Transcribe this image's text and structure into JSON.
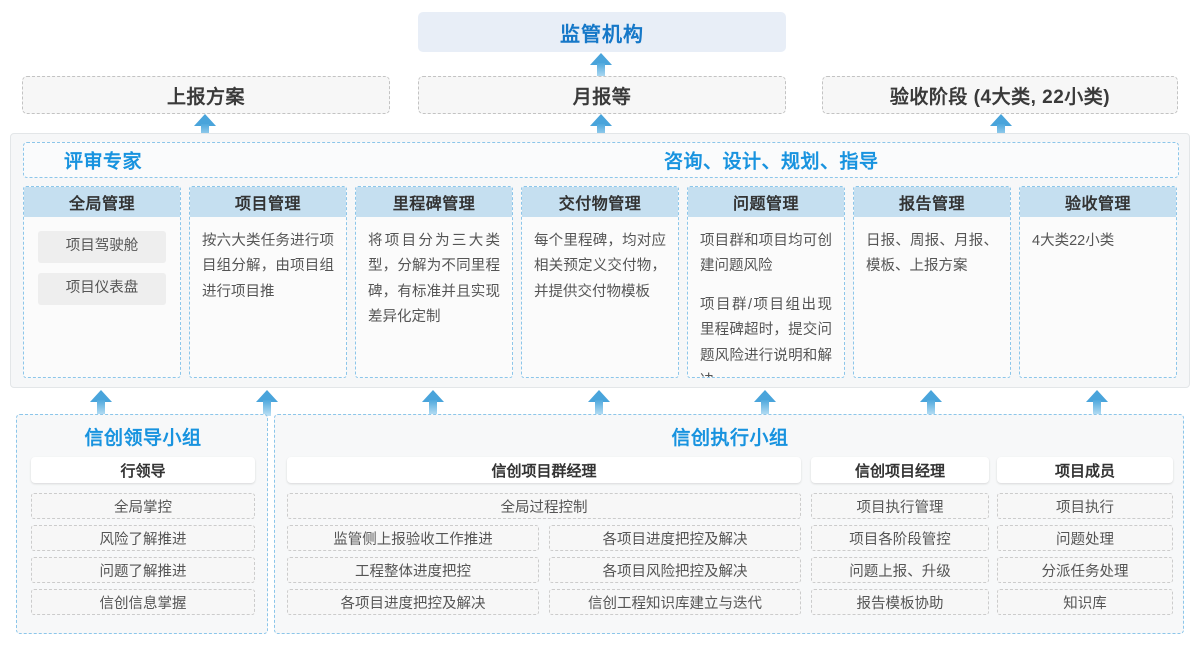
{
  "top": {
    "regulator": "监管机构",
    "submissions": [
      {
        "label": "上报方案"
      },
      {
        "label": "月报等"
      },
      {
        "label": "验收阶段 (4大类, 22小类)"
      }
    ]
  },
  "middle": {
    "band_left_label": "评审专家",
    "band_center_label": "咨询、设计、规划、指导",
    "cards": [
      {
        "title": "全局管理",
        "pills": [
          "项目驾驶舱",
          "项目仪表盘"
        ],
        "paragraphs": []
      },
      {
        "title": "项目管理",
        "pills": [],
        "paragraphs": [
          "按六大类任务进行项目组分解，由项目组进行项目推"
        ]
      },
      {
        "title": "里程碑管理",
        "pills": [],
        "paragraphs": [
          "将项目分为三大类型，分解为不同里程碑，有标准并且实现差异化定制"
        ]
      },
      {
        "title": "交付物管理",
        "pills": [],
        "paragraphs": [
          "每个里程碑，均对应相关预定义交付物，并提供交付物模板"
        ]
      },
      {
        "title": "问题管理",
        "pills": [],
        "paragraphs": [
          "项目群和项目均可创建问题风险",
          "项目群/项目组出现里程碑超时，提交问题风险进行说明和解决"
        ]
      },
      {
        "title": "报告管理",
        "pills": [],
        "paragraphs": [
          "日报、周报、月报、模板、上报方案"
        ]
      },
      {
        "title": "验收管理",
        "pills": [],
        "paragraphs": [
          "4大类22小类"
        ]
      }
    ]
  },
  "bottom": {
    "leading_group": {
      "title": "信创领导小组",
      "role": "行领导",
      "tags": [
        "全局掌控",
        "风险了解推进",
        "问题了解推进",
        "信创信息掌握"
      ]
    },
    "execution_group": {
      "title": "信创执行小组",
      "roles": [
        {
          "name": "信创项目群经理",
          "full_width_tag": "全局过程控制",
          "left_tags": [
            "监管侧上报验收工作推进",
            "工程整体进度把控",
            "各项目进度把控及解决"
          ],
          "right_tags": [
            "各项目进度把控及解决",
            "各项目风险把控及解决",
            "信创工程知识库建立与迭代"
          ]
        },
        {
          "name": "信创项目经理",
          "tags": [
            "项目执行管理",
            "项目各阶段管控",
            "问题上报、升级",
            "报告模板协助"
          ]
        },
        {
          "name": "项目成员",
          "tags": [
            "项目执行",
            "问题处理",
            "分派任务处理",
            "知识库"
          ]
        }
      ]
    }
  },
  "colors": {
    "accent_blue": "#1893df",
    "title_blue": "#1678c8",
    "card_head": "#c5dff0",
    "banner_bg": "#e8eef7",
    "dashed_blue": "#8cc6ea",
    "dashed_grey": "#c3c3c3"
  }
}
